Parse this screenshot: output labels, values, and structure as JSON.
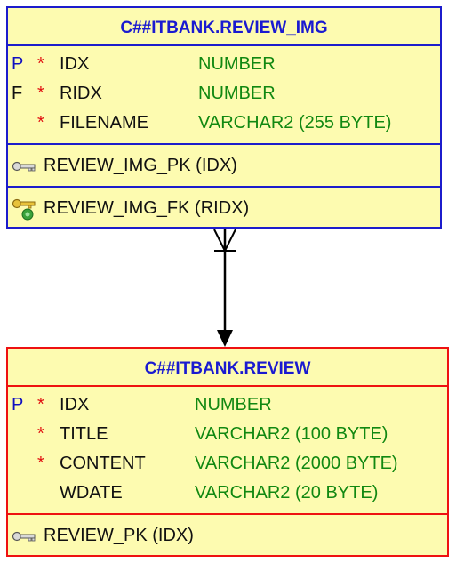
{
  "tables": [
    {
      "name": "C##ITBANK.REVIEW_IMG",
      "columns": [
        {
          "key": "P",
          "mandatory": "*",
          "name": "IDX",
          "type": "NUMBER"
        },
        {
          "key": "F",
          "mandatory": "*",
          "name": "RIDX",
          "type": "NUMBER"
        },
        {
          "key": "",
          "mandatory": "*",
          "name": "FILENAME",
          "type": "VARCHAR2 (255 BYTE)"
        }
      ],
      "indexes": [
        {
          "icon": "primary-key-icon",
          "label": "REVIEW_IMG_PK (IDX)"
        },
        {
          "icon": "foreign-key-icon",
          "label": "REVIEW_IMG_FK (RIDX)"
        }
      ]
    },
    {
      "name": "C##ITBANK.REVIEW",
      "columns": [
        {
          "key": "P",
          "mandatory": "*",
          "name": "IDX",
          "type": "NUMBER"
        },
        {
          "key": "",
          "mandatory": "*",
          "name": "TITLE",
          "type": "VARCHAR2 (100 BYTE)"
        },
        {
          "key": "",
          "mandatory": "*",
          "name": "CONTENT",
          "type": "VARCHAR2 (2000 BYTE)"
        },
        {
          "key": "",
          "mandatory": "",
          "name": "WDATE",
          "type": "VARCHAR2 (20 BYTE)"
        }
      ],
      "indexes": [
        {
          "icon": "primary-key-icon",
          "label": "REVIEW_PK (IDX)"
        }
      ]
    }
  ],
  "relationship": {
    "from": "C##ITBANK.REVIEW_IMG",
    "to": "C##ITBANK.REVIEW",
    "cardinality": "many-to-one"
  },
  "colors": {
    "entity_fill": "#fdfbb0",
    "child_border": "#1c1ccc",
    "parent_border": "#ee1111",
    "title_text": "#1a1ad0",
    "type_text": "#118811",
    "mandatory_mark": "#e01010"
  }
}
